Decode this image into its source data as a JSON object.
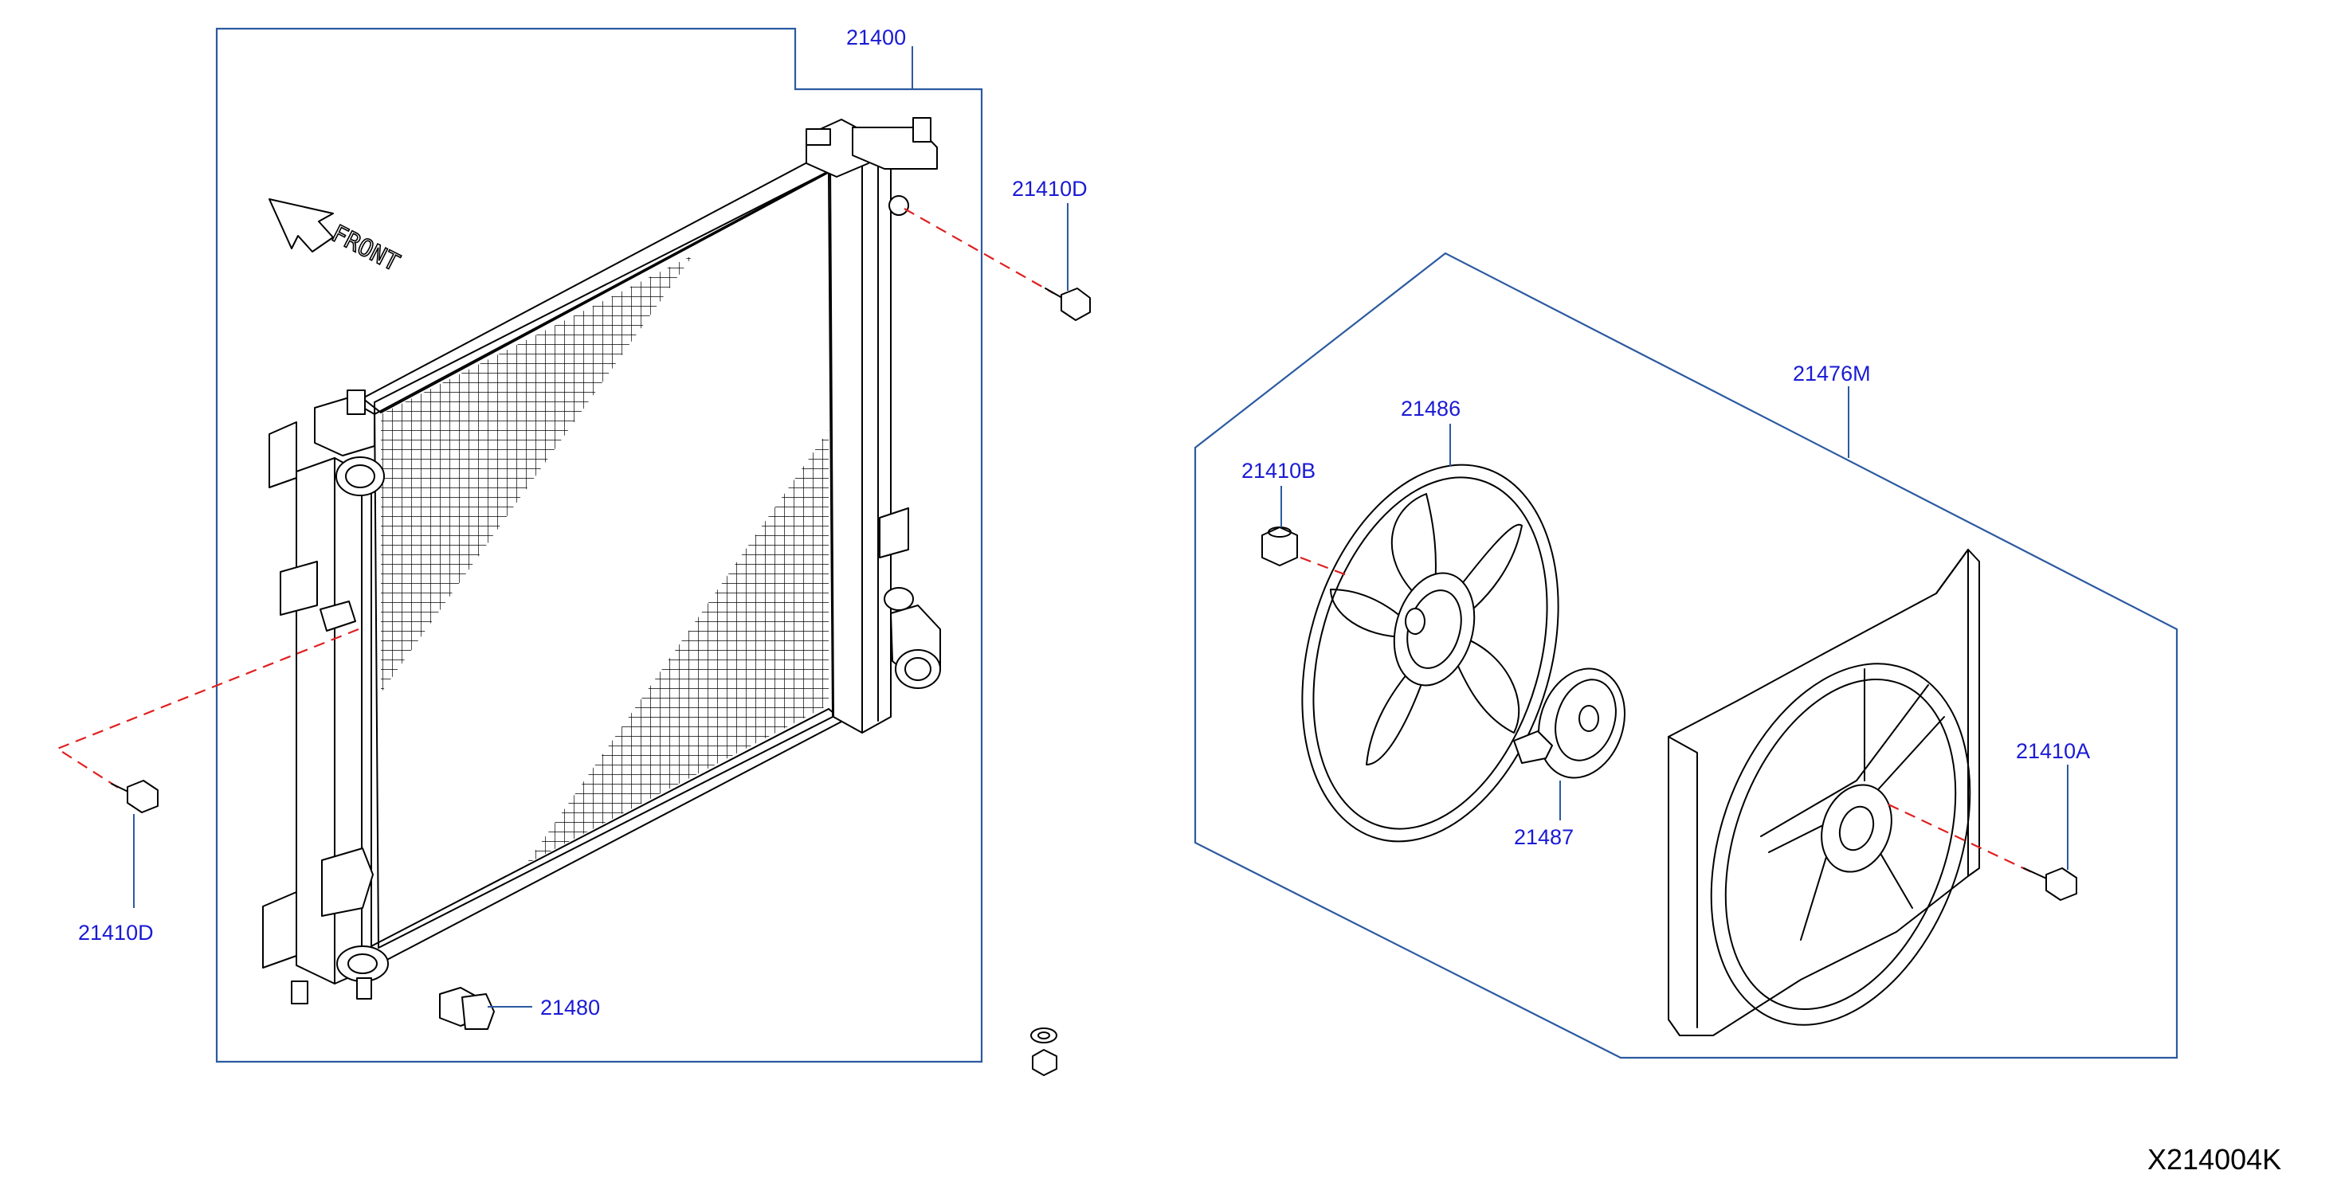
{
  "diagram": {
    "front_label": "FRONT",
    "drawing_code": "X214004K",
    "callouts": {
      "radiator": "21400",
      "bolt_upper": "21410D",
      "bolt_lower": "21410D",
      "drain_plug": "21480",
      "fan_assembly": "21476M",
      "fan_blade": "21486",
      "nut": "21410B",
      "motor": "21487",
      "bolt_shroud": "21410A"
    },
    "colors": {
      "callout_text": "#1a1ad6",
      "group_outline": "#2b5aa0",
      "fastener_line": "#e02020"
    }
  }
}
